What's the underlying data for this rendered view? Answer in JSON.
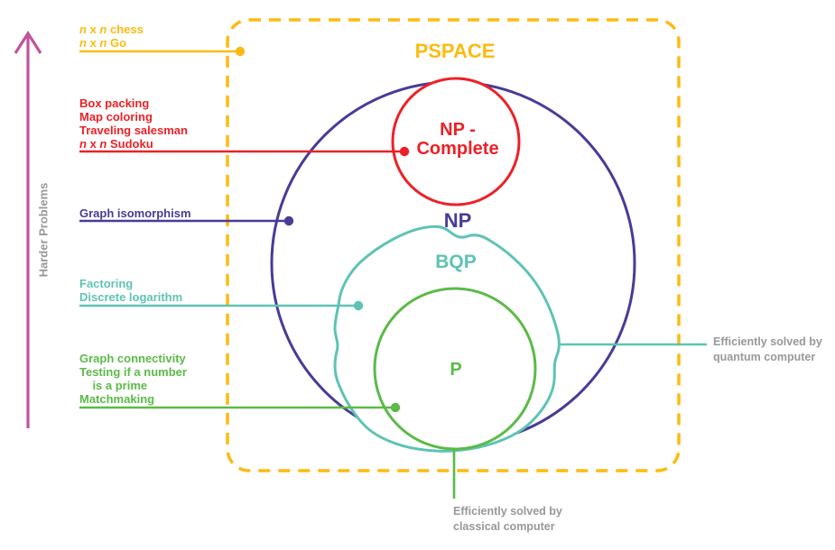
{
  "axis": {
    "label": "Harder Problems"
  },
  "sets": {
    "pspace": {
      "label": "PSPACE"
    },
    "np": {
      "label": "NP"
    },
    "np_complete": {
      "lines": [
        "NP -",
        "Complete"
      ]
    },
    "bqp": {
      "label": "BQP"
    },
    "p": {
      "label": "P"
    }
  },
  "problem_groups": {
    "pspace": {
      "lines": [
        "*n* x *n* chess",
        "*n* x *n* Go"
      ]
    },
    "np_complete": {
      "lines": [
        "Box packing",
        "Map coloring",
        "Traveling salesman",
        "*n* x *n* Sudoku"
      ]
    },
    "np": {
      "lines": [
        "Graph isomorphism"
      ]
    },
    "bqp": {
      "lines": [
        "Factoring",
        "Discrete logarithm"
      ]
    },
    "p": {
      "lines": [
        "Graph connectivity",
        "Testing if a number",
        "    is a prime",
        "Matchmaking"
      ]
    }
  },
  "annotations": {
    "quantum": {
      "lines": [
        "Efficiently solved by",
        "quantum computer"
      ]
    },
    "classical": {
      "lines": [
        "Efficiently solved by",
        "classical computer"
      ]
    }
  },
  "colors": {
    "pspace_yellow": "#FDBB11",
    "np_complete_red": "#EC2127",
    "np_navy": "#473C96",
    "bqp_teal": "#5EC3B4",
    "p_green": "#5BBA48",
    "harder_arrow_magenta": "#C1539E",
    "annotation_gray": "#96989B"
  }
}
